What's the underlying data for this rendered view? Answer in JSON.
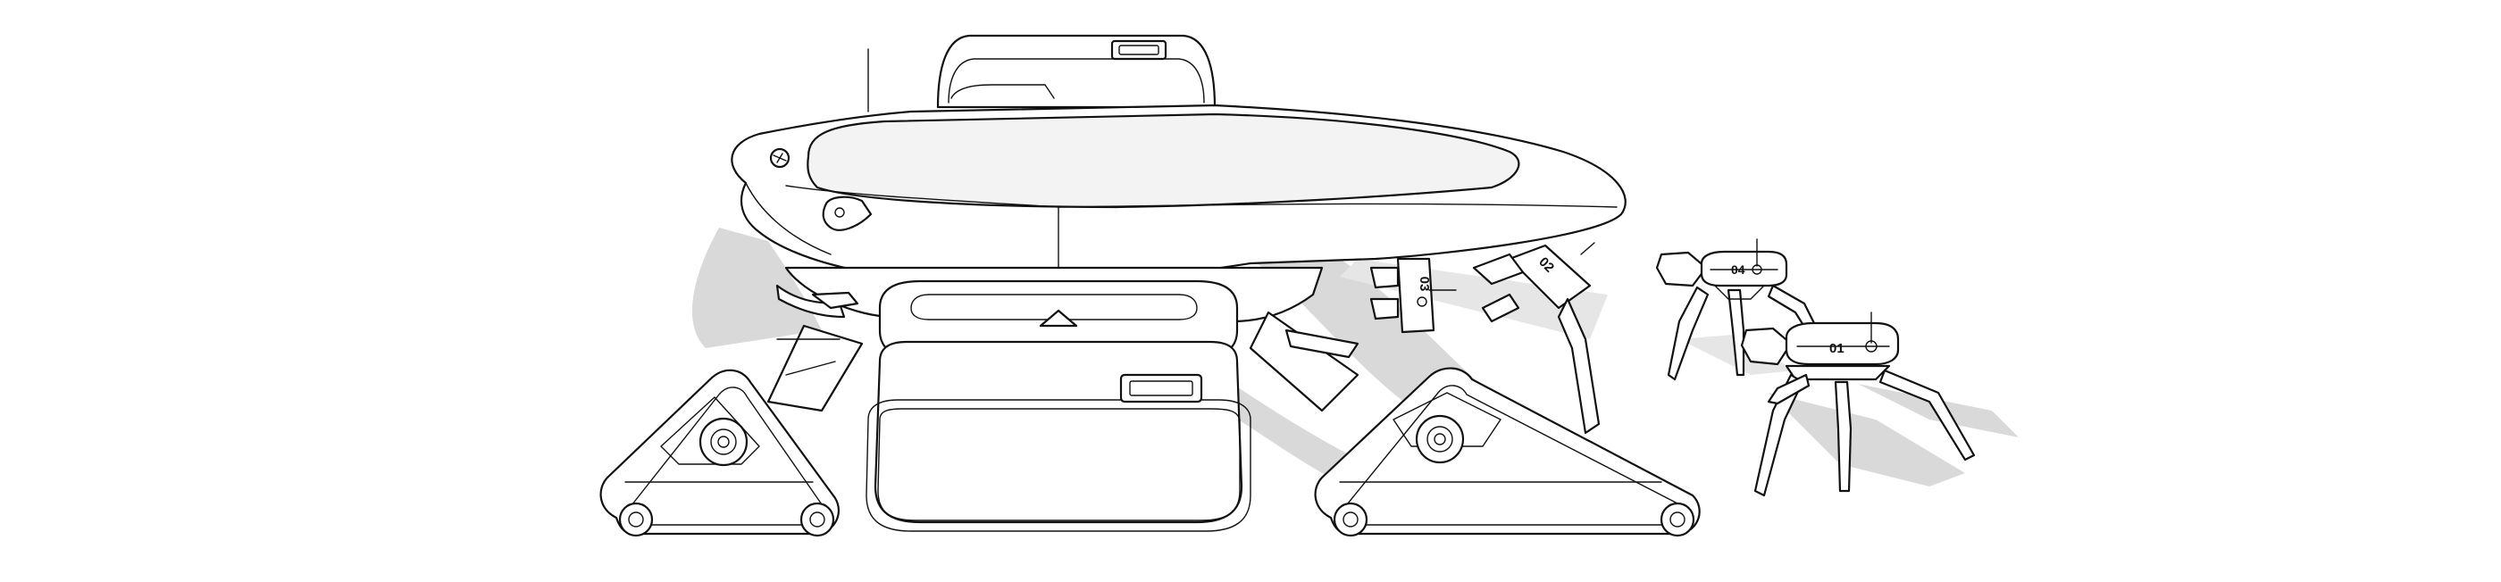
{
  "modules": [
    {
      "id": "module-01",
      "label": "01"
    },
    {
      "id": "module-02",
      "label": "02"
    },
    {
      "id": "module-03",
      "label": "03"
    },
    {
      "id": "module-04",
      "label": "04"
    }
  ],
  "colors": {
    "stroke": "#111111",
    "shadow": "#d9d9d9",
    "fill": "#ffffff"
  }
}
